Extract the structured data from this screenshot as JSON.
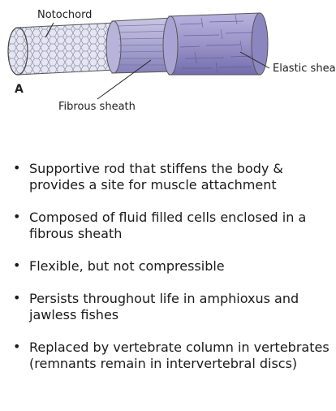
{
  "figure": {
    "panel_label": "A",
    "labels": {
      "notochord": "Notochord",
      "elastic_sheath": "Elastic shea",
      "fibrous_sheath": "Fibrous sheath"
    }
  },
  "bullets": [
    "Supportive rod that stiffens the body & provides a site for muscle attachment",
    "Composed of fluid filled cells enclosed in a fibrous sheath",
    "Flexible, but not compressible",
    "Persists throughout life in amphioxus and jawless fishes",
    "Replaced by vertebrate column in vertebrates (remnants remain in intervertebral discs)"
  ]
}
